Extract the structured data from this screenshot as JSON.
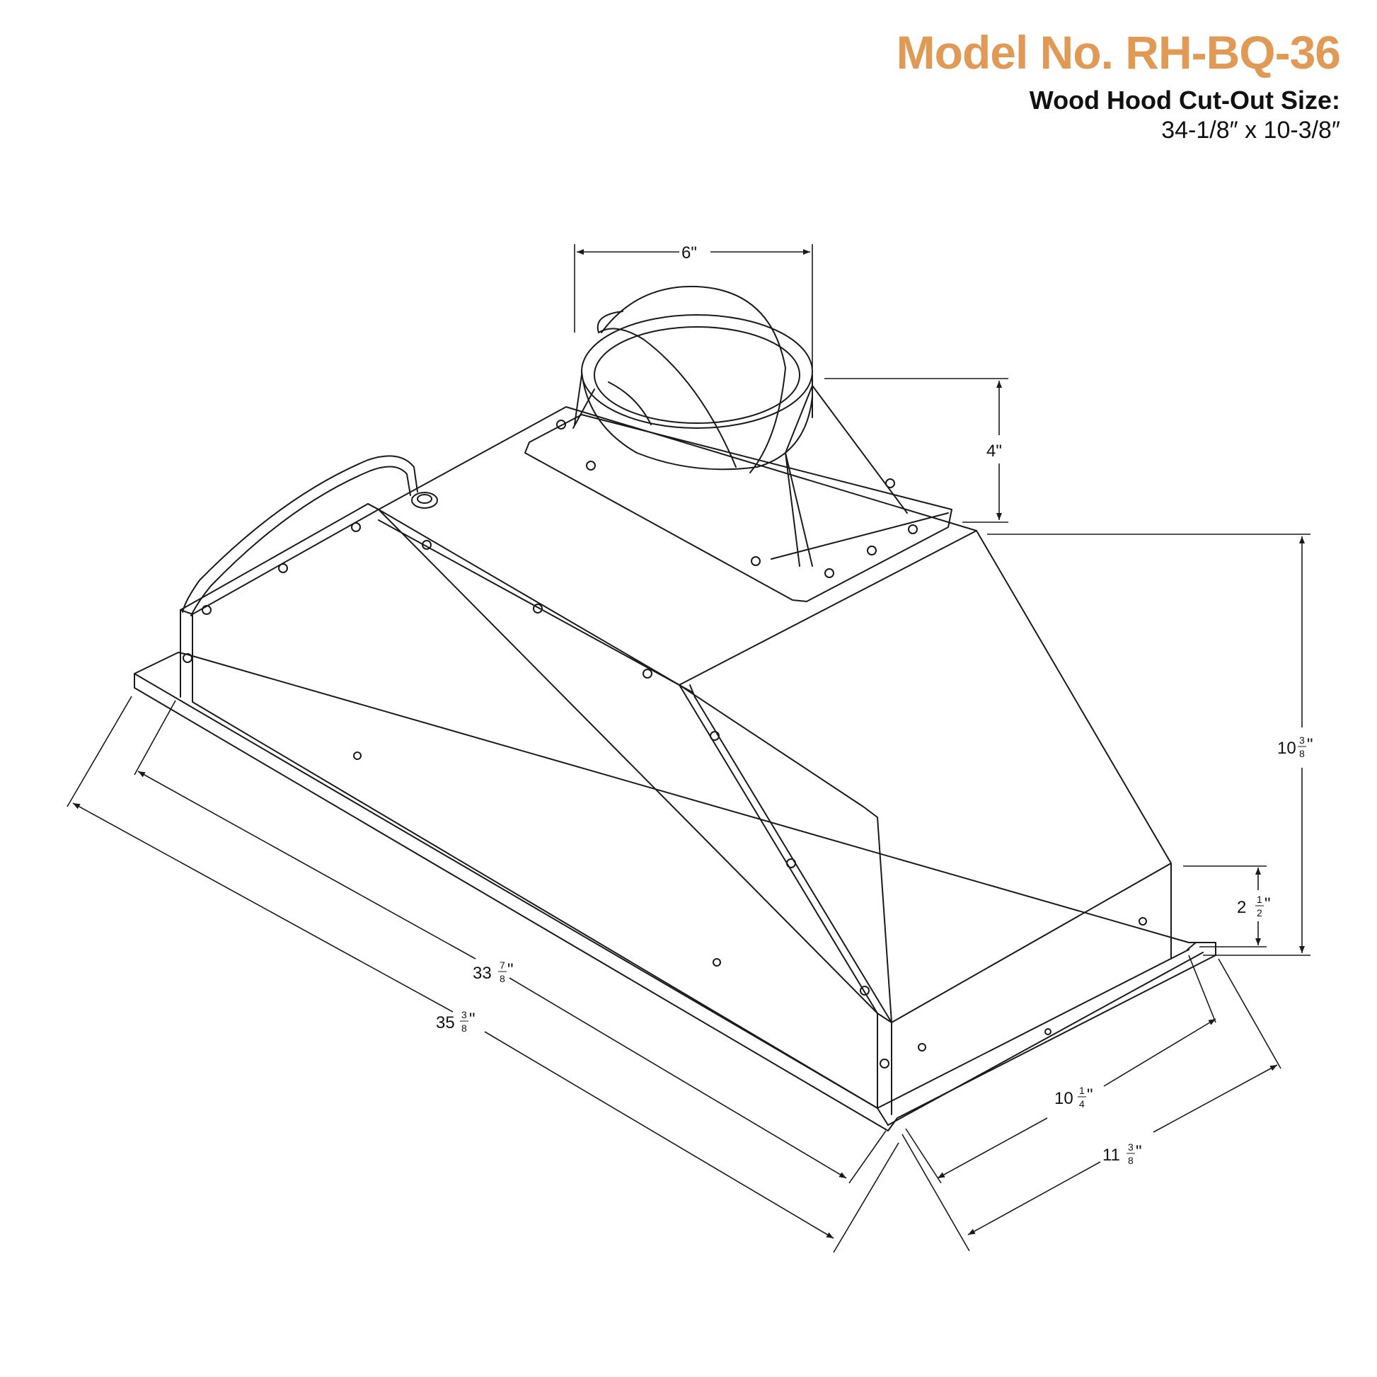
{
  "header": {
    "model_title": "Model No. RH-BQ-36",
    "cutout_label": "Wood Hood Cut-Out Size:",
    "cutout_value": "34-1/8″ x 10-3/8″"
  },
  "dimensions": {
    "duct_width": "6\"",
    "collar_height": "4\"",
    "total_height": {
      "whole": "10",
      "num": "3",
      "den": "8",
      "unit": "\""
    },
    "liner_height": {
      "whole": "2",
      "num": "1",
      "den": "2",
      "unit": "\""
    },
    "body_length": {
      "whole": "33",
      "num": "7",
      "den": "8",
      "unit": "\""
    },
    "overall_length": {
      "whole": "35",
      "num": "3",
      "den": "8",
      "unit": "\""
    },
    "body_depth": {
      "whole": "10",
      "num": "1",
      "den": "4",
      "unit": "\""
    },
    "overall_depth": {
      "whole": "11",
      "num": "3",
      "den": "8",
      "unit": "\""
    }
  },
  "colors": {
    "title": "#e19a55",
    "line": "#1a1a1a"
  }
}
